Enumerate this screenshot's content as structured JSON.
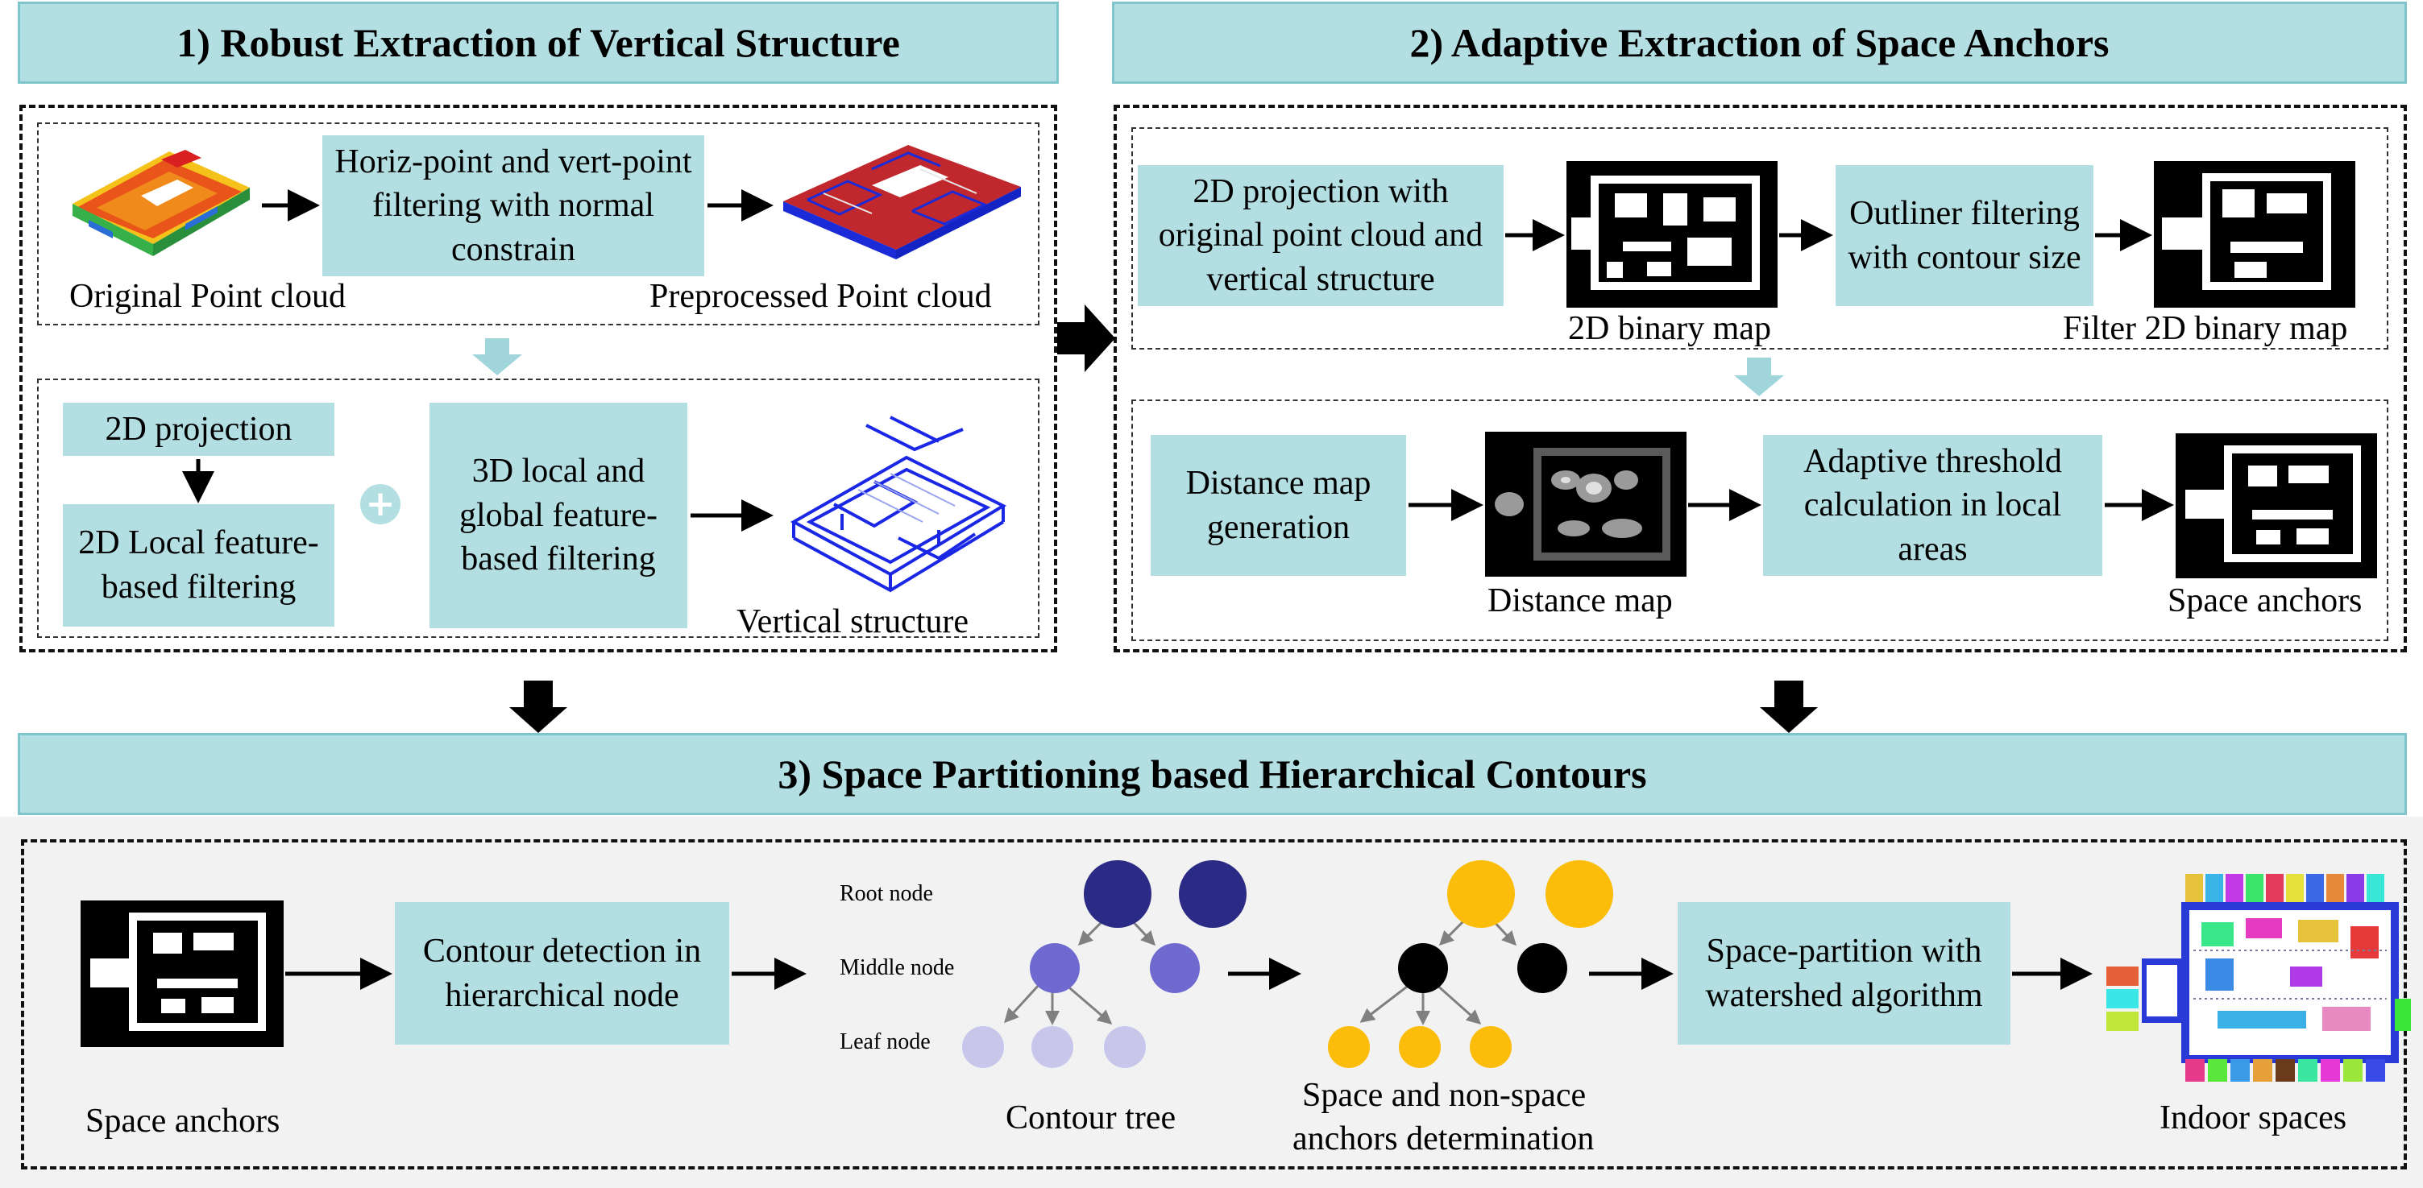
{
  "section1": {
    "title": "1)  Robust Extraction of Vertical Structure",
    "box_filtering": "Horiz-point and vert-point filtering with normal constrain",
    "label_original": "Original Point cloud",
    "label_preprocessed": "Preprocessed Point cloud",
    "box_2d_projection": "2D projection",
    "box_2d_local": "2D Local feature-based filtering",
    "box_3d": "3D local and global feature-based filtering",
    "label_vertical": "Vertical structure"
  },
  "section2": {
    "title": "2) Adaptive Extraction of Space Anchors",
    "box_projection": "2D projection with original point cloud and vertical structure",
    "label_binary": "2D binary map",
    "box_outliner": "Outliner filtering with contour size",
    "label_filter": "Filter 2D binary map",
    "box_distance": "Distance map generation",
    "label_distance": "Distance map",
    "box_threshold": "Adaptive threshold calculation in local areas",
    "label_anchors": "Space anchors"
  },
  "section3": {
    "title": "3) Space Partitioning based Hierarchical Contours",
    "label_anchors": "Space anchors",
    "box_contour": "Contour detection in hierarchical node",
    "tree_root": "Root node",
    "tree_middle": "Middle  node",
    "tree_leaf": "Leaf node",
    "label_tree": "Contour tree",
    "label_determination_1": "Space and non-space",
    "label_determination_2": "anchors determination",
    "box_watershed": "Space-partition with watershed algorithm",
    "label_indoor": "Indoor spaces"
  },
  "colors": {
    "box_fill": "#b4dfe2",
    "title_border": "#7fc6cc",
    "tree_dark": "#2b2b85",
    "tree_mid": "#6e6ad0",
    "tree_light": "#c9c6ec",
    "anchor_yellow": "#fbbd0a",
    "anchor_black": "#000000",
    "section3_bg": "#f2f2f2",
    "arrow_light": "#9fd5db"
  }
}
